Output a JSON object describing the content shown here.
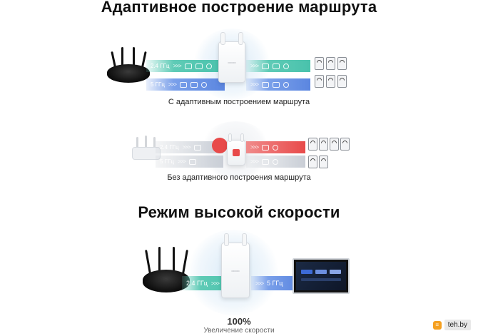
{
  "titles": {
    "top": "Адаптивное построение маршрута",
    "middle": "Режим высокой скорости"
  },
  "captions": {
    "with": "С адаптивным построением маршрута",
    "without": "Без адаптивного построения маршрута"
  },
  "bands": {
    "b24": "2.4 ГГц",
    "b5": "5 ГГц",
    "fast24": "2.4 ГГц",
    "fast5": "5 ГГц"
  },
  "stats": {
    "percent": "100%",
    "label": "Увеличение скорости"
  },
  "watermark": {
    "text": "teh.by"
  },
  "colors": {
    "teal": "#49c2ac",
    "blue": "#5b86e0",
    "red": "#e84a4a"
  }
}
